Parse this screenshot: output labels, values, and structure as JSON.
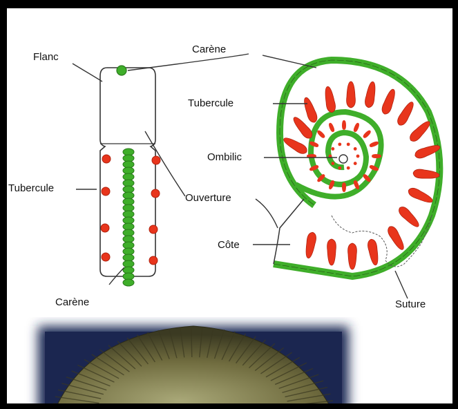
{
  "labels": {
    "flanc": "Flanc",
    "carene_top": "Carène",
    "tubercule_left": "Tubercule",
    "carene_bottom": "Carène",
    "tubercule_right": "Tubercule",
    "ombilic": "Ombilic",
    "ouverture": "Ouverture",
    "cote": "Côte",
    "suture": "Suture"
  },
  "colors": {
    "keel_green": "#3fae2a",
    "tubercle_red": "#e8351c",
    "outline": "#333333",
    "photo_bg": "#1e2a55"
  },
  "photo": {
    "icon": "ammonite-fossil-photo"
  }
}
